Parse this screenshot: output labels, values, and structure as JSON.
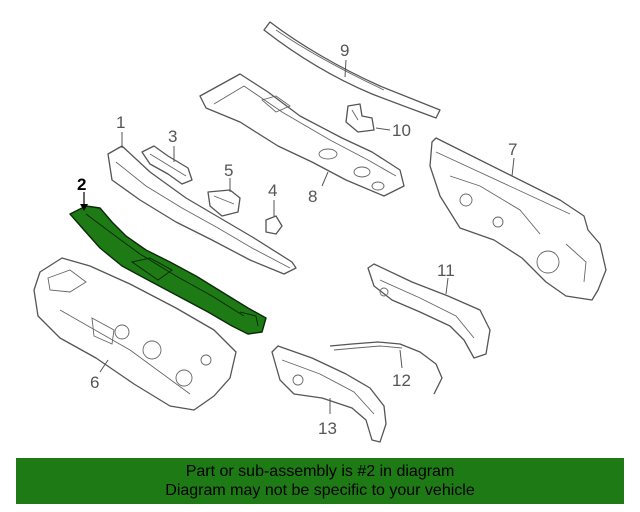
{
  "diagram": {
    "highlight_color": "#1e7a14",
    "callouts": {
      "c1": "1",
      "c2": "2",
      "c3": "3",
      "c4": "4",
      "c5": "5",
      "c6": "6",
      "c7": "7",
      "c8": "8",
      "c9": "9",
      "c10": "10",
      "c11": "11",
      "c12": "12",
      "c13": "13"
    }
  },
  "banner": {
    "line1": "Part or sub-assembly is #2 in diagram",
    "line2": "Diagram may not be specific to your vehicle",
    "color": "#1e7a14"
  }
}
